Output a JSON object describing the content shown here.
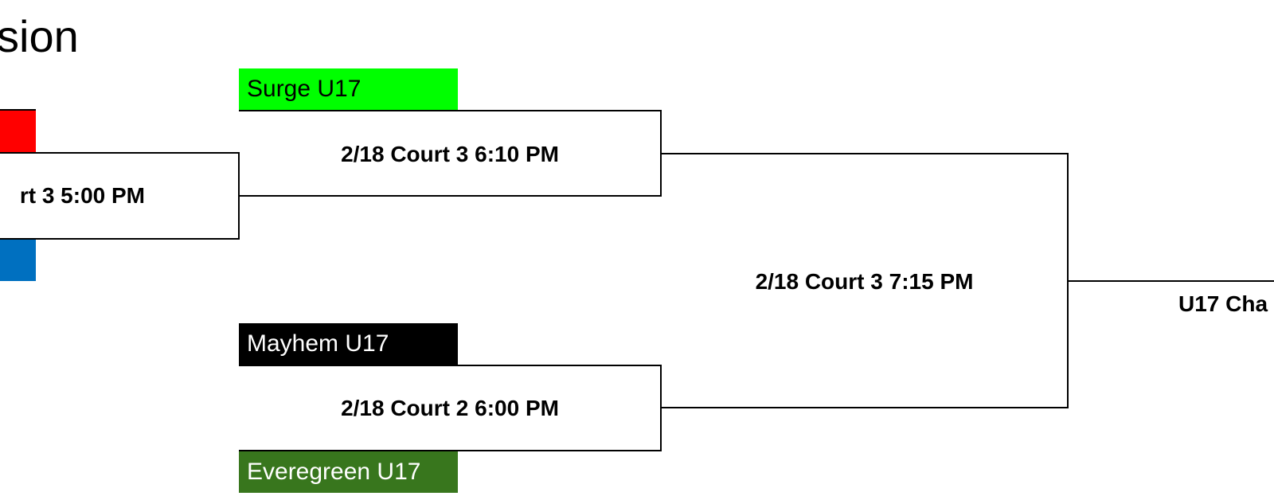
{
  "bracket": {
    "title": "sion",
    "teams": {
      "surge": {
        "label": "Surge U17",
        "color": "#00ff00",
        "text_color": "#000000"
      },
      "mayhem": {
        "label": "Mayhem U17",
        "color": "#000000",
        "text_color": "#ffffff"
      },
      "everegreen": {
        "label": "Everegreen U17",
        "color": "#38761d",
        "text_color": "#ffffff"
      },
      "red_team": {
        "label": "",
        "color": "#ff0000"
      },
      "blue_team": {
        "label": "",
        "color": "#0070c0"
      }
    },
    "matches": {
      "m1": "rt 3 5:00 PM",
      "m2": "2/18 Court 3 6:10 PM",
      "m3": "2/18 Court 2 6:00 PM",
      "m4": "2/18 Court 3 7:15 PM",
      "final": "U17 Cha"
    }
  }
}
